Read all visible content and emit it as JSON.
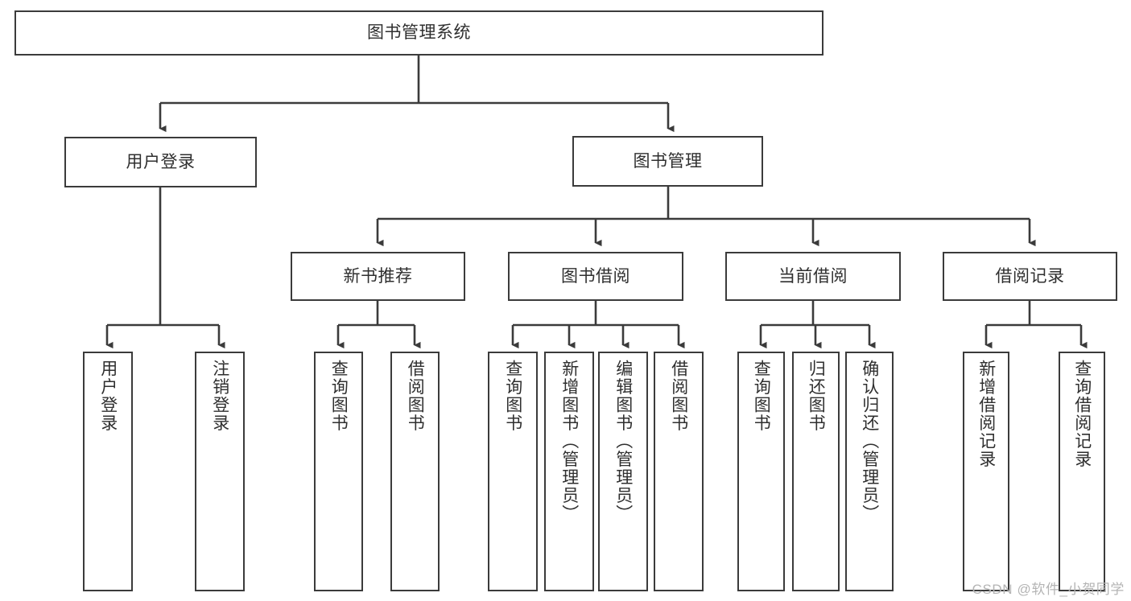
{
  "diagram": {
    "title": "图书管理系统",
    "watermark": "CSDN @软件_小贺同学",
    "line_color": "#3b3b3b",
    "box_fill": "#ffffff",
    "text_color": "#2f2f2f",
    "root": {
      "label": "图书管理系统"
    },
    "level1": [
      {
        "label": "用户登录"
      },
      {
        "label": "图书管理"
      }
    ],
    "level2": [
      {
        "label": "新书推荐"
      },
      {
        "label": "图书借阅"
      },
      {
        "label": "当前借阅"
      },
      {
        "label": "借阅记录"
      }
    ],
    "leaves": {
      "user_login": [
        {
          "label": "用户登录"
        },
        {
          "label": "注销登录"
        }
      ],
      "new_book_recommend": [
        {
          "label": "查询图书"
        },
        {
          "label": "借阅图书"
        }
      ],
      "book_borrow": [
        {
          "label": "查询图书"
        },
        {
          "label": "新增图书（管理员）"
        },
        {
          "label": "编辑图书（管理员）"
        },
        {
          "label": "借阅图书"
        }
      ],
      "current_borrow": [
        {
          "label": "查询图书"
        },
        {
          "label": "归还图书"
        },
        {
          "label": "确认归还（管理员）"
        }
      ],
      "borrow_record": [
        {
          "label": "新增借阅记录"
        },
        {
          "label": "查询借阅记录"
        }
      ]
    }
  }
}
